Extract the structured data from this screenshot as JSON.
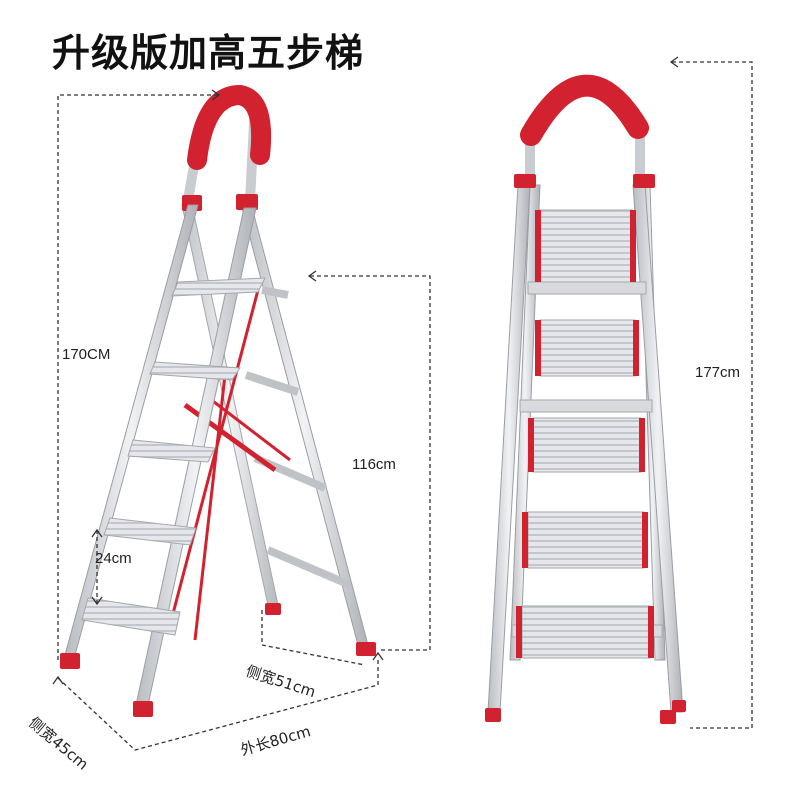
{
  "title": "升级版加高五步梯",
  "labels": {
    "height_side": "170CM",
    "step_gap": "24cm",
    "platform_height": "116cm",
    "height_front": "177cm",
    "side_width_back": "侧宽51cm",
    "side_width_front": "侧宽45cm",
    "outer_length": "外长80cm"
  },
  "colors": {
    "frame": "#c9ccd1",
    "frame_edge": "#9a9ea4",
    "accent_red": "#d3222f",
    "dash": "#333333"
  }
}
